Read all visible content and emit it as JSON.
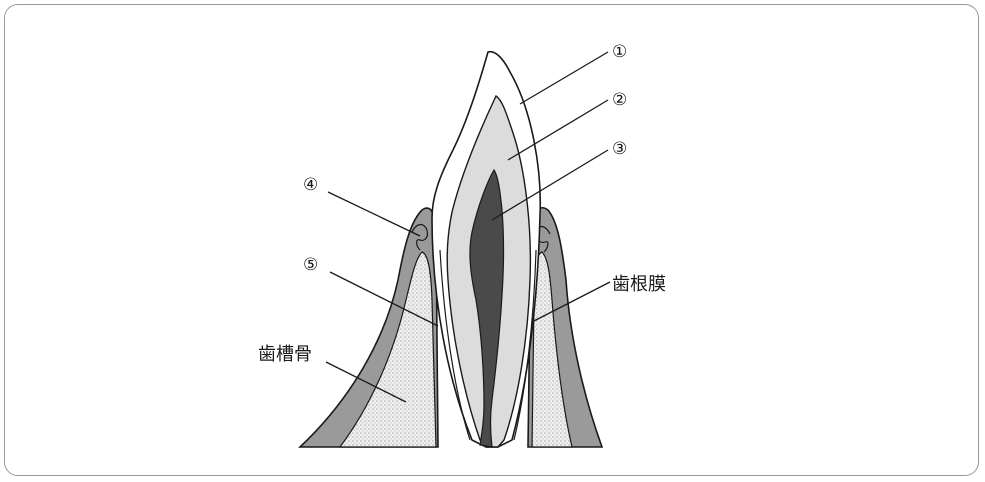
{
  "labels": {
    "enamel": "①",
    "dentin": "②",
    "pulp": "③",
    "gingiva": "④",
    "cementum": "⑤",
    "periodontal_ligament": "歯根膜",
    "alveolar_bone": "歯槽骨"
  },
  "colors": {
    "outline": "#1a1a1a",
    "enamel": "#ffffff",
    "dentin": "#dcdcdc",
    "pulp": "#4a4a4a",
    "gum": "#9a9a9a",
    "bone": "#ececec",
    "frame": "#9a9a9a"
  }
}
